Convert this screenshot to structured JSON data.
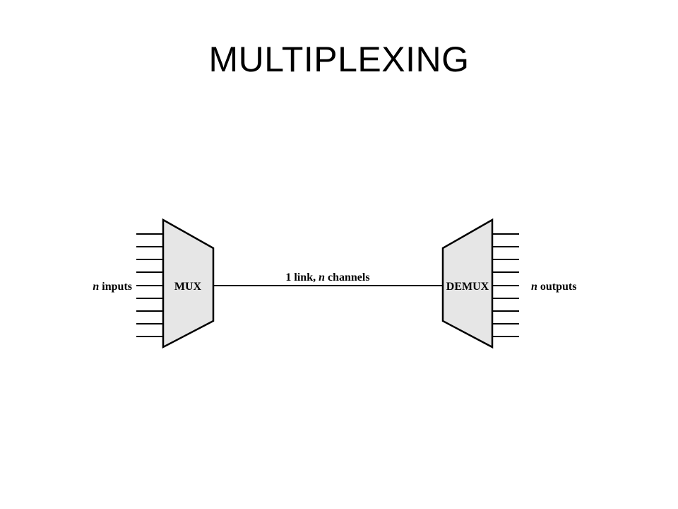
{
  "slide": {
    "title": "MULTIPLEXING"
  },
  "diagram": {
    "inputs_label": {
      "var": "n",
      "text": " inputs"
    },
    "outputs_label": {
      "var": "n",
      "text": " outputs"
    },
    "link_label": {
      "prefix": "1 link, ",
      "var": "n",
      "suffix": " channels"
    },
    "mux_label": "MUX",
    "demux_label": "DEMUX",
    "colors": {
      "device_fill": "#e6e6e6",
      "stroke": "#000000"
    }
  }
}
